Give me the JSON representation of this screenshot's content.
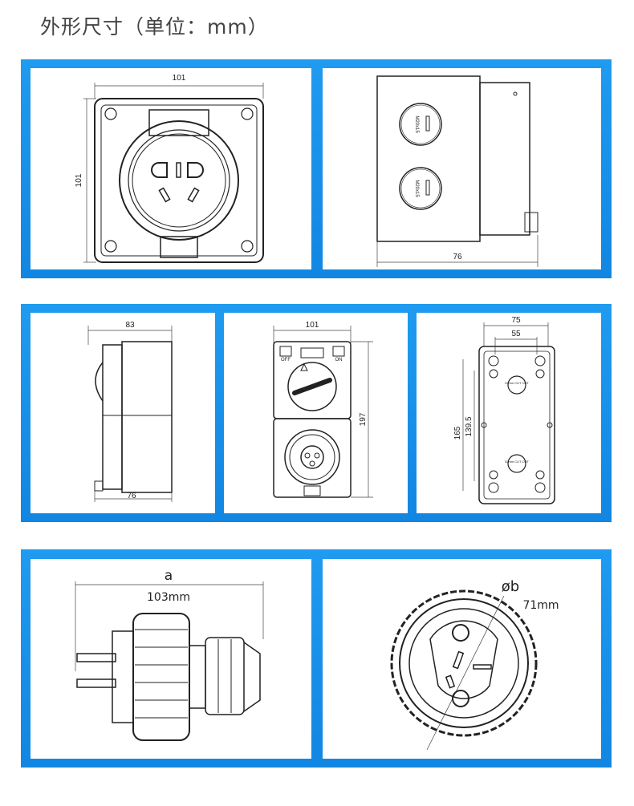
{
  "page": {
    "heading": "外形尺寸（单位：mm）",
    "accent_color": "#1186e2"
  },
  "panels": {
    "socket_front": {
      "dim_width": "101",
      "dim_height": "101"
    },
    "box_top": {
      "gland_label_1": "M20x15",
      "gland_label_2": "M20x15",
      "dim_width": "76"
    },
    "box_side": {
      "dim_top": "83",
      "dim_bottom": "76"
    },
    "combo_front": {
      "dim_width": "101",
      "dim_height": "197",
      "switch_off": "OFF",
      "switch_on": "ON"
    },
    "back_view": {
      "dim_outer": "75",
      "dim_inner": "55",
      "dim_height_outer": "165",
      "dim_height_inner": "139.5",
      "knockout_label_1": "25mm CUT OUT",
      "knockout_label_2": "32mm CUT OUT"
    },
    "plug_side": {
      "dim_symbol": "a",
      "dim_value": "103mm"
    },
    "plug_face": {
      "dim_symbol": "øb",
      "dim_value": "71mm"
    }
  }
}
